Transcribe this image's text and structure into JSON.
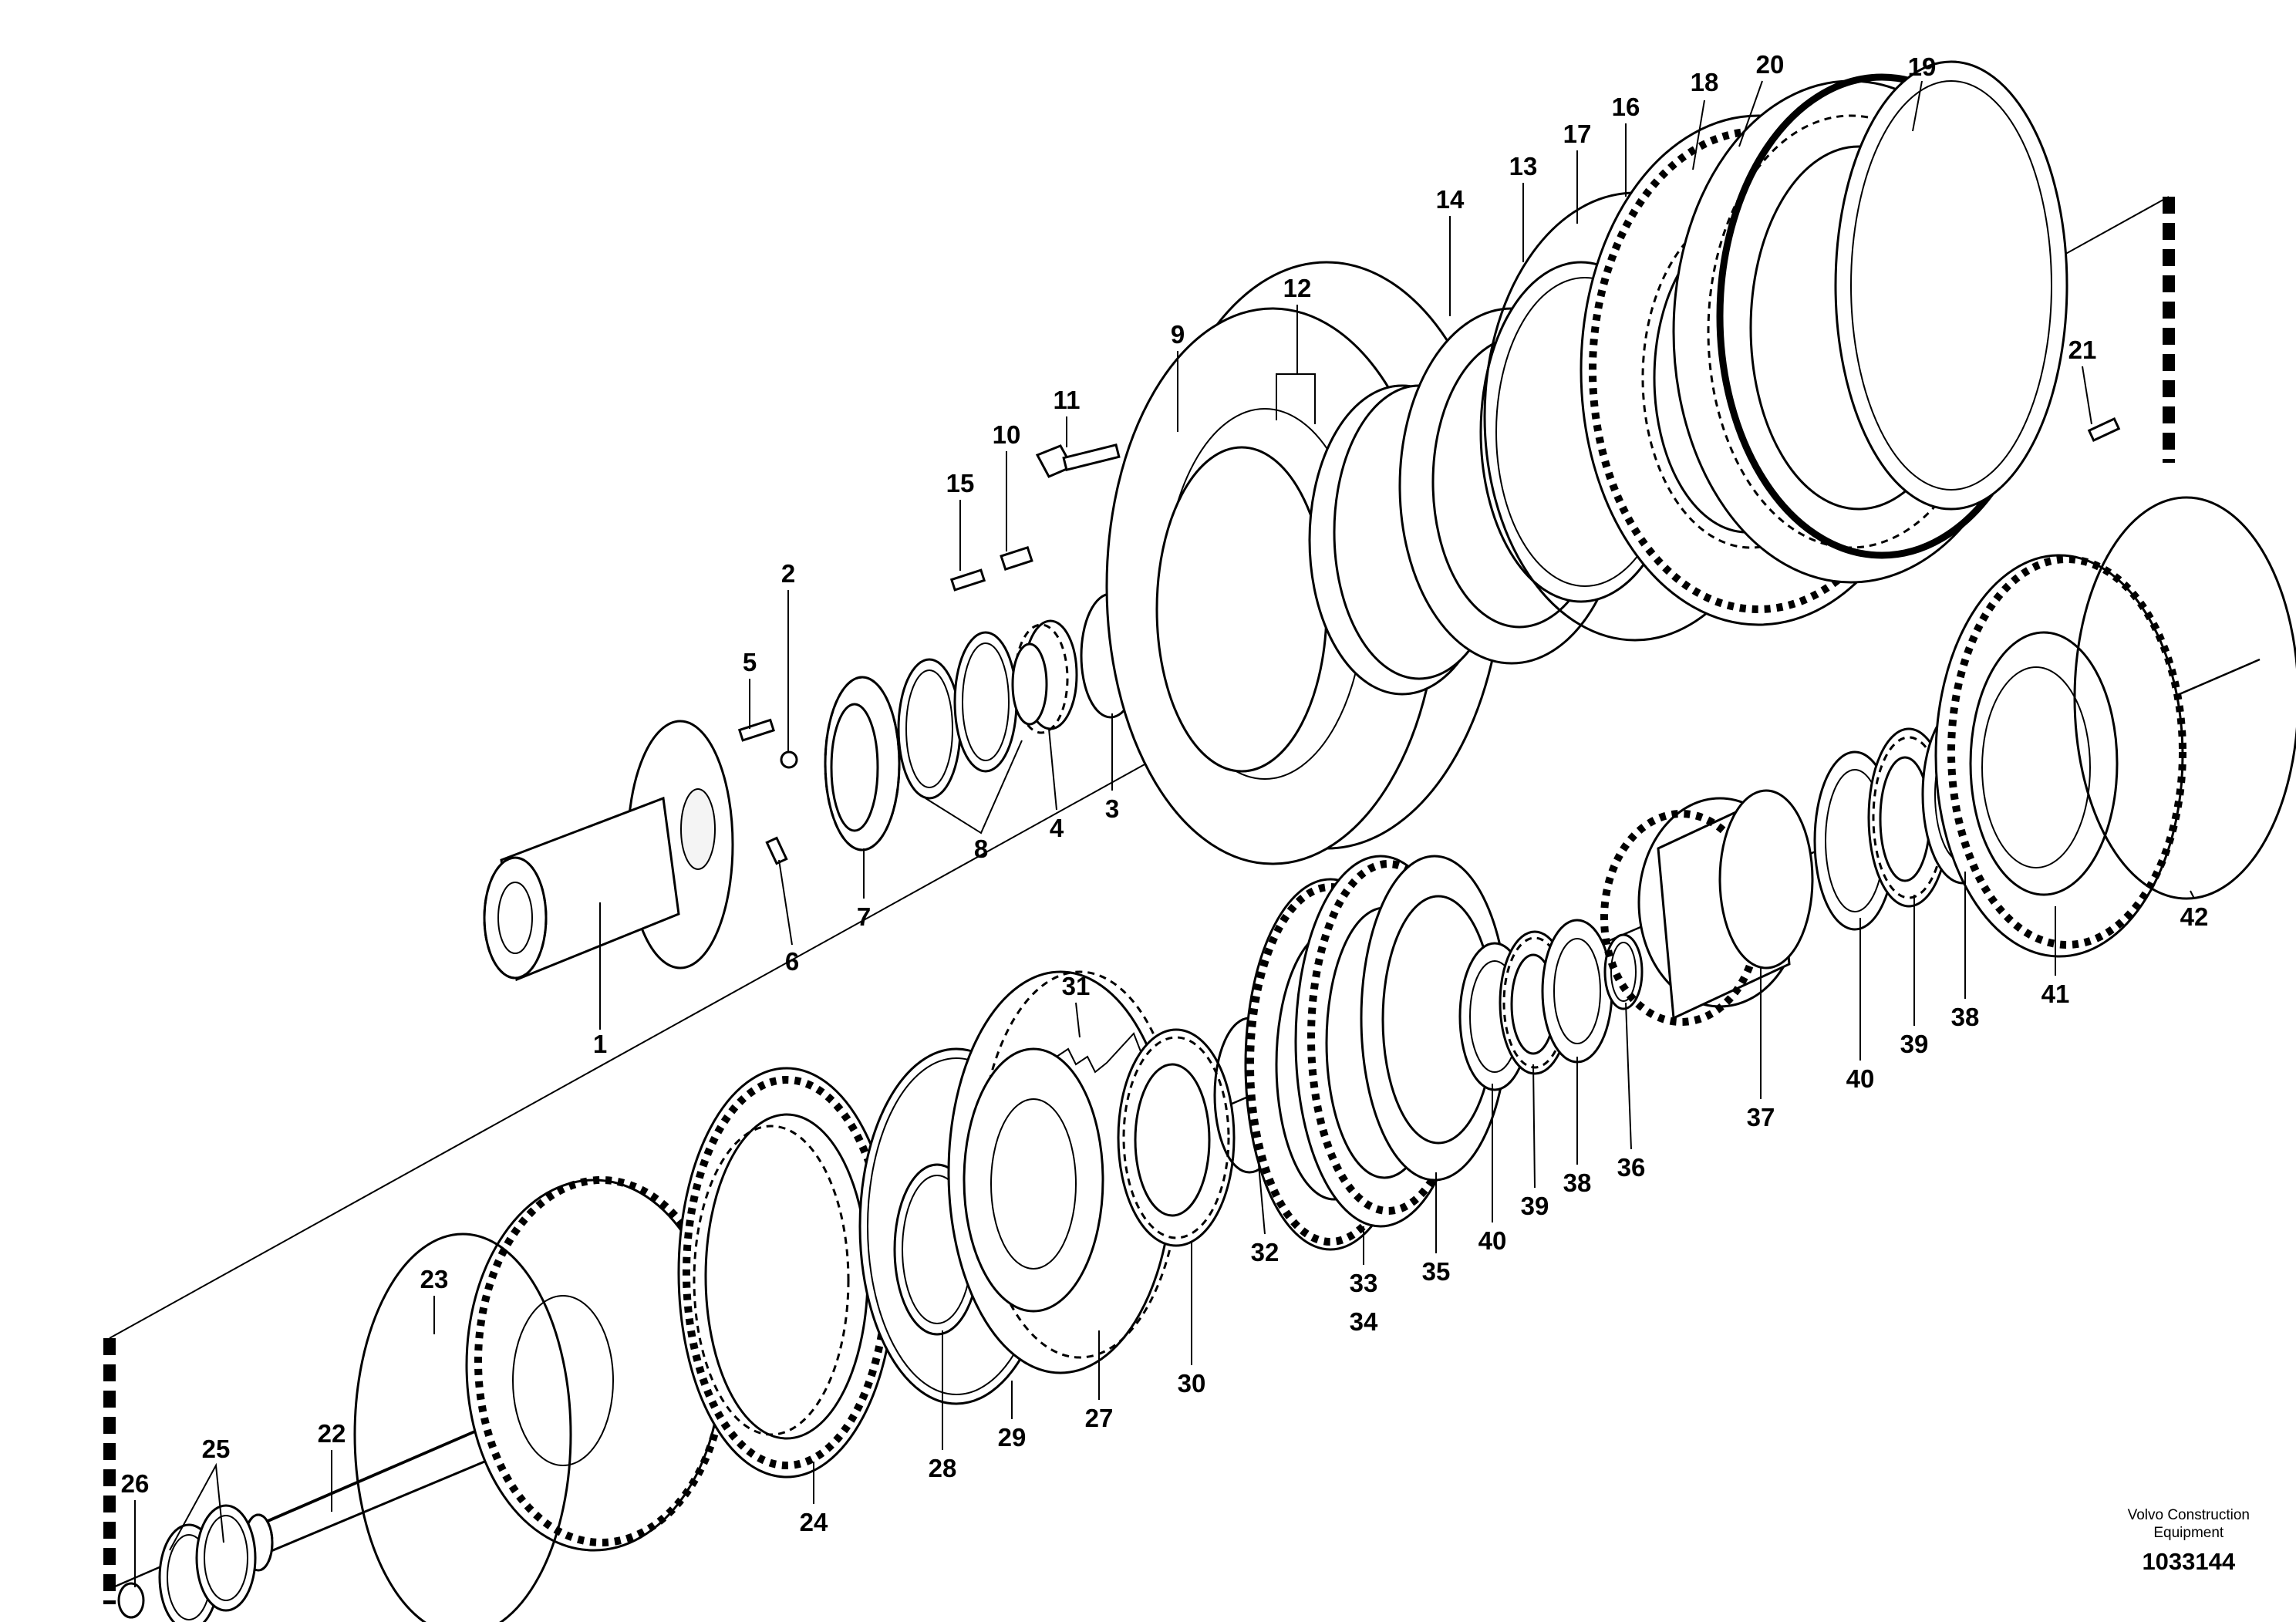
{
  "brand": {
    "line1": "Volvo Construction",
    "line2": "Equipment"
  },
  "drawing_number": "1033144",
  "callouts": {
    "c1": "1",
    "c2": "2",
    "c3": "3",
    "c4": "4",
    "c5": "5",
    "c6": "6",
    "c7": "7",
    "c8": "8",
    "c9": "9",
    "c10": "10",
    "c11": "11",
    "c12": "12",
    "c13": "13",
    "c14": "14",
    "c15": "15",
    "c16": "16",
    "c17": "17",
    "c18": "18",
    "c19": "19",
    "c20": "20",
    "c21": "21",
    "c22": "22",
    "c23": "23",
    "c24": "24",
    "c25": "25",
    "c26": "26",
    "c27": "27",
    "c28": "28",
    "c29": "29",
    "c30": "30",
    "c31": "31",
    "c32": "32",
    "c33": "33",
    "c34": "34",
    "c35": "35",
    "c36a": "36",
    "c37": "37",
    "c38a": "38",
    "c38b": "38",
    "c39a": "39",
    "c39b": "39",
    "c40a": "40",
    "c40b": "40",
    "c41": "41",
    "c42": "42"
  }
}
